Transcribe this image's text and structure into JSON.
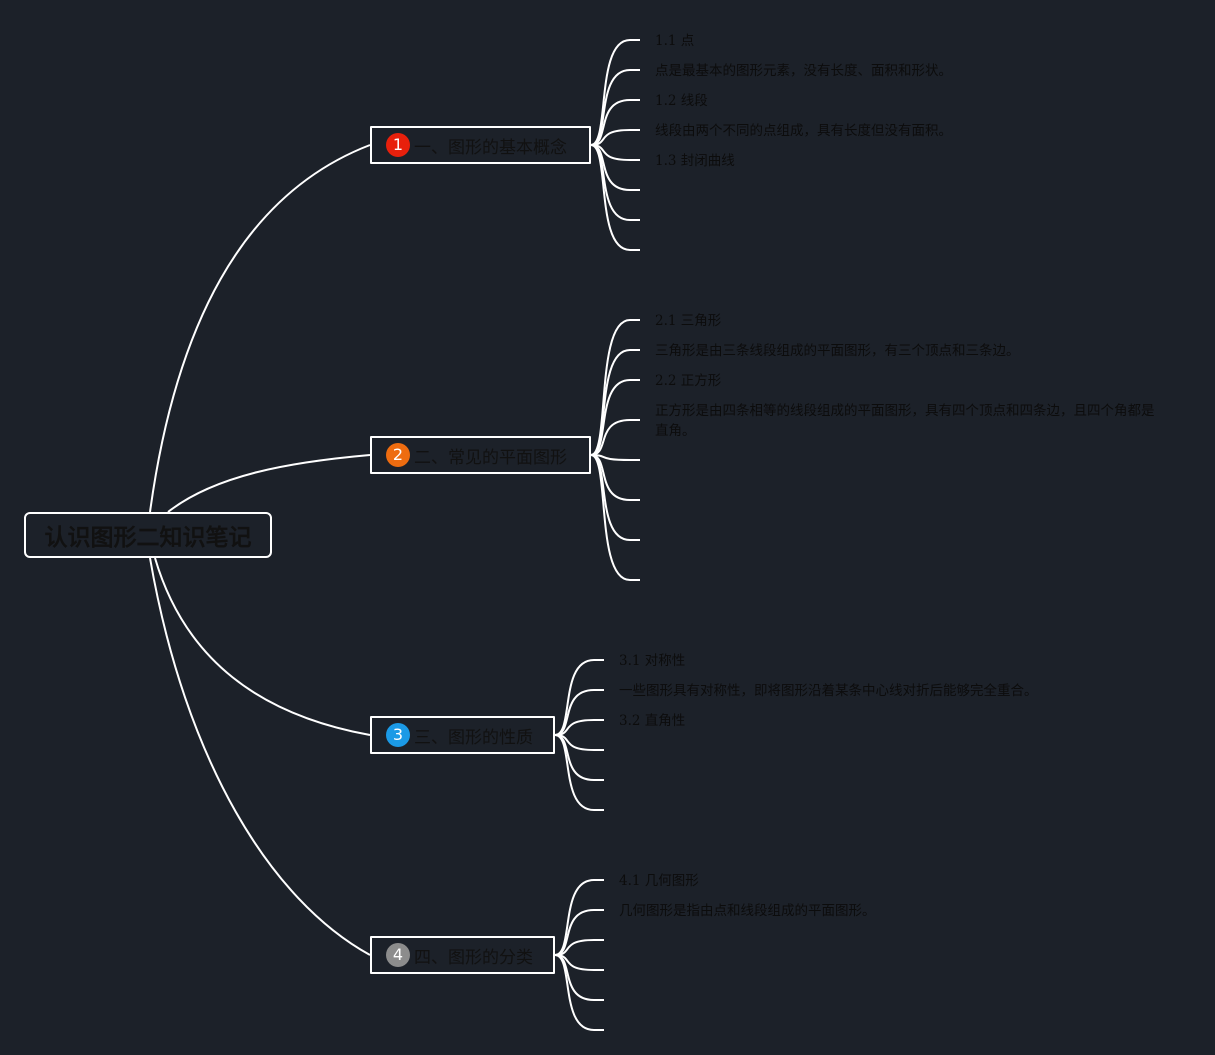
{
  "root": {
    "label": "认识图形二知识笔记"
  },
  "branches": [
    {
      "badge": "1",
      "badge_color": "#e8200c",
      "label": "一、图形的基本概念",
      "leaves": [
        "1.1 点",
        "点是最基本的图形元素，没有长度、面积和形状。",
        "1.2 线段",
        "线段由两个不同的点组成，具有长度但没有面积。",
        "1.3 封闭曲线"
      ]
    },
    {
      "badge": "2",
      "badge_color": "#ee6c10",
      "label": "二、常见的平面图形",
      "leaves": [
        "2.1 三角形",
        "三角形是由三条线段组成的平面图形，有三个顶点和三条边。",
        "2.2 正方形",
        "正方形是由四条相等的线段组成的平面图形，具有四个顶点和四条边，且四个角都是直角。"
      ]
    },
    {
      "badge": "3",
      "badge_color": "#1b9ae6",
      "label": "三、图形的性质",
      "leaves": [
        "3.1 对称性",
        "一些图形具有对称性，即将图形沿着某条中心线对折后能够完全重合。",
        "3.2 直角性"
      ]
    },
    {
      "badge": "4",
      "badge_color": "#8c8c8c",
      "label": "四、图形的分类",
      "leaves": [
        "4.1 几何图形",
        "几何图形是指由点和线段组成的平面图形。"
      ]
    }
  ]
}
